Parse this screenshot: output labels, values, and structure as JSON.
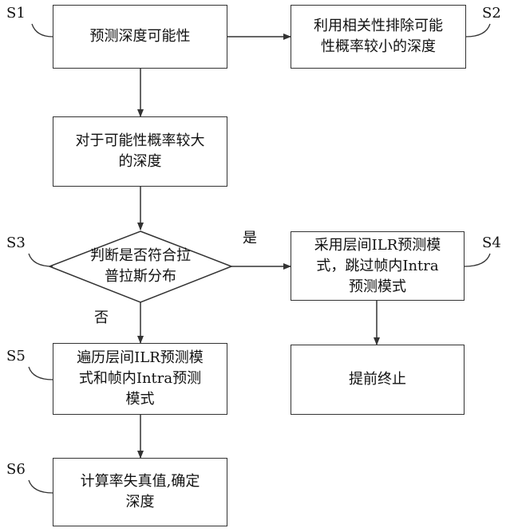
{
  "steps": {
    "s1": {
      "label": "S1",
      "text": "预测深度可能性"
    },
    "s2": {
      "label": "S2",
      "text": "利用相关性排除可能\n性概率较小的深度"
    },
    "box3": {
      "text": "对于可能性概率较大\n的深度"
    },
    "s3": {
      "label": "S3",
      "text": "判断是否符合拉\n普拉斯分布"
    },
    "s4": {
      "label": "S4",
      "text": "采用层间ILR预测模\n式，跳过帧内Intra\n预测模式"
    },
    "s5": {
      "label": "S5",
      "text": "遍历层间ILR预测模\n式和帧内Intra预测\n模式"
    },
    "s6": {
      "label": "S6",
      "text": "计算率失真值,确定\n深度"
    },
    "end": {
      "text": "提前终止"
    }
  },
  "branches": {
    "yes": "是",
    "no": "否"
  },
  "colors": {
    "line": "#333333",
    "text": "#111111"
  }
}
